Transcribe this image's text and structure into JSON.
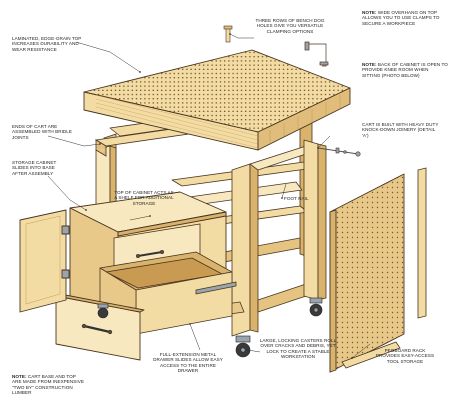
{
  "callouts": {
    "dog_holes": "Three rows of bench dog holes give you versatile clamping options",
    "overhang_note_label": "Note:",
    "overhang_note": "Wide overhang on top allows you to use clamps to secure a workpiece",
    "back_note_label": "Note:",
    "back_note": "Back of cabinet is open to provide knee room when sitting (photo below)",
    "top": "Laminated, edge-grain top increases durability and wear resistance",
    "ends": "Ends of cart are assembled with bridle joints",
    "knockdown": "Cart is built with heavy duty knock-down joinery (detail 'a')",
    "cabinet": "Storage cabinet slides into base after assembly",
    "shelf": "Top of cabinet acts as a shelf for additional storage",
    "foot_rail": "Foot rail",
    "slides": "Full-extension metal drawer slides allow easy access to the entire drawer",
    "casters": "Large, locking casters roll over cracks and debris, yet lock to create a stable workstation",
    "pegboard": "Pegboard rack provides easy-access tool storage",
    "base_note_label": "Note:",
    "base_note": "Cart base and top are made from inexpensive \"two by\" construction lumber"
  },
  "colors": {
    "wood": "#f3dca4",
    "wood_light": "#f8e8bf",
    "wood_dark": "#d9b36c",
    "wood_shadow": "#c99a52",
    "end_grain": "#e9c98a",
    "outline": "#4a3520",
    "metal": "#9aa4ad",
    "caster_wheel": "#3a3a3a",
    "lead_line": "#333333"
  },
  "icons": [
    "bench-dog-icon",
    "clamp-icon",
    "bolt-icon",
    "hinge-icon",
    "drawer-pull-icon",
    "caster-icon"
  ]
}
